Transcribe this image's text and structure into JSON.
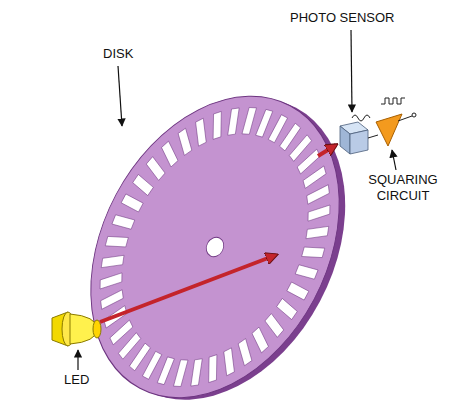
{
  "diagram": {
    "labels": [
      "DISK",
      "PHOTO SENSOR",
      "SQUARING CIRCUIT",
      "LED"
    ]
  }
}
